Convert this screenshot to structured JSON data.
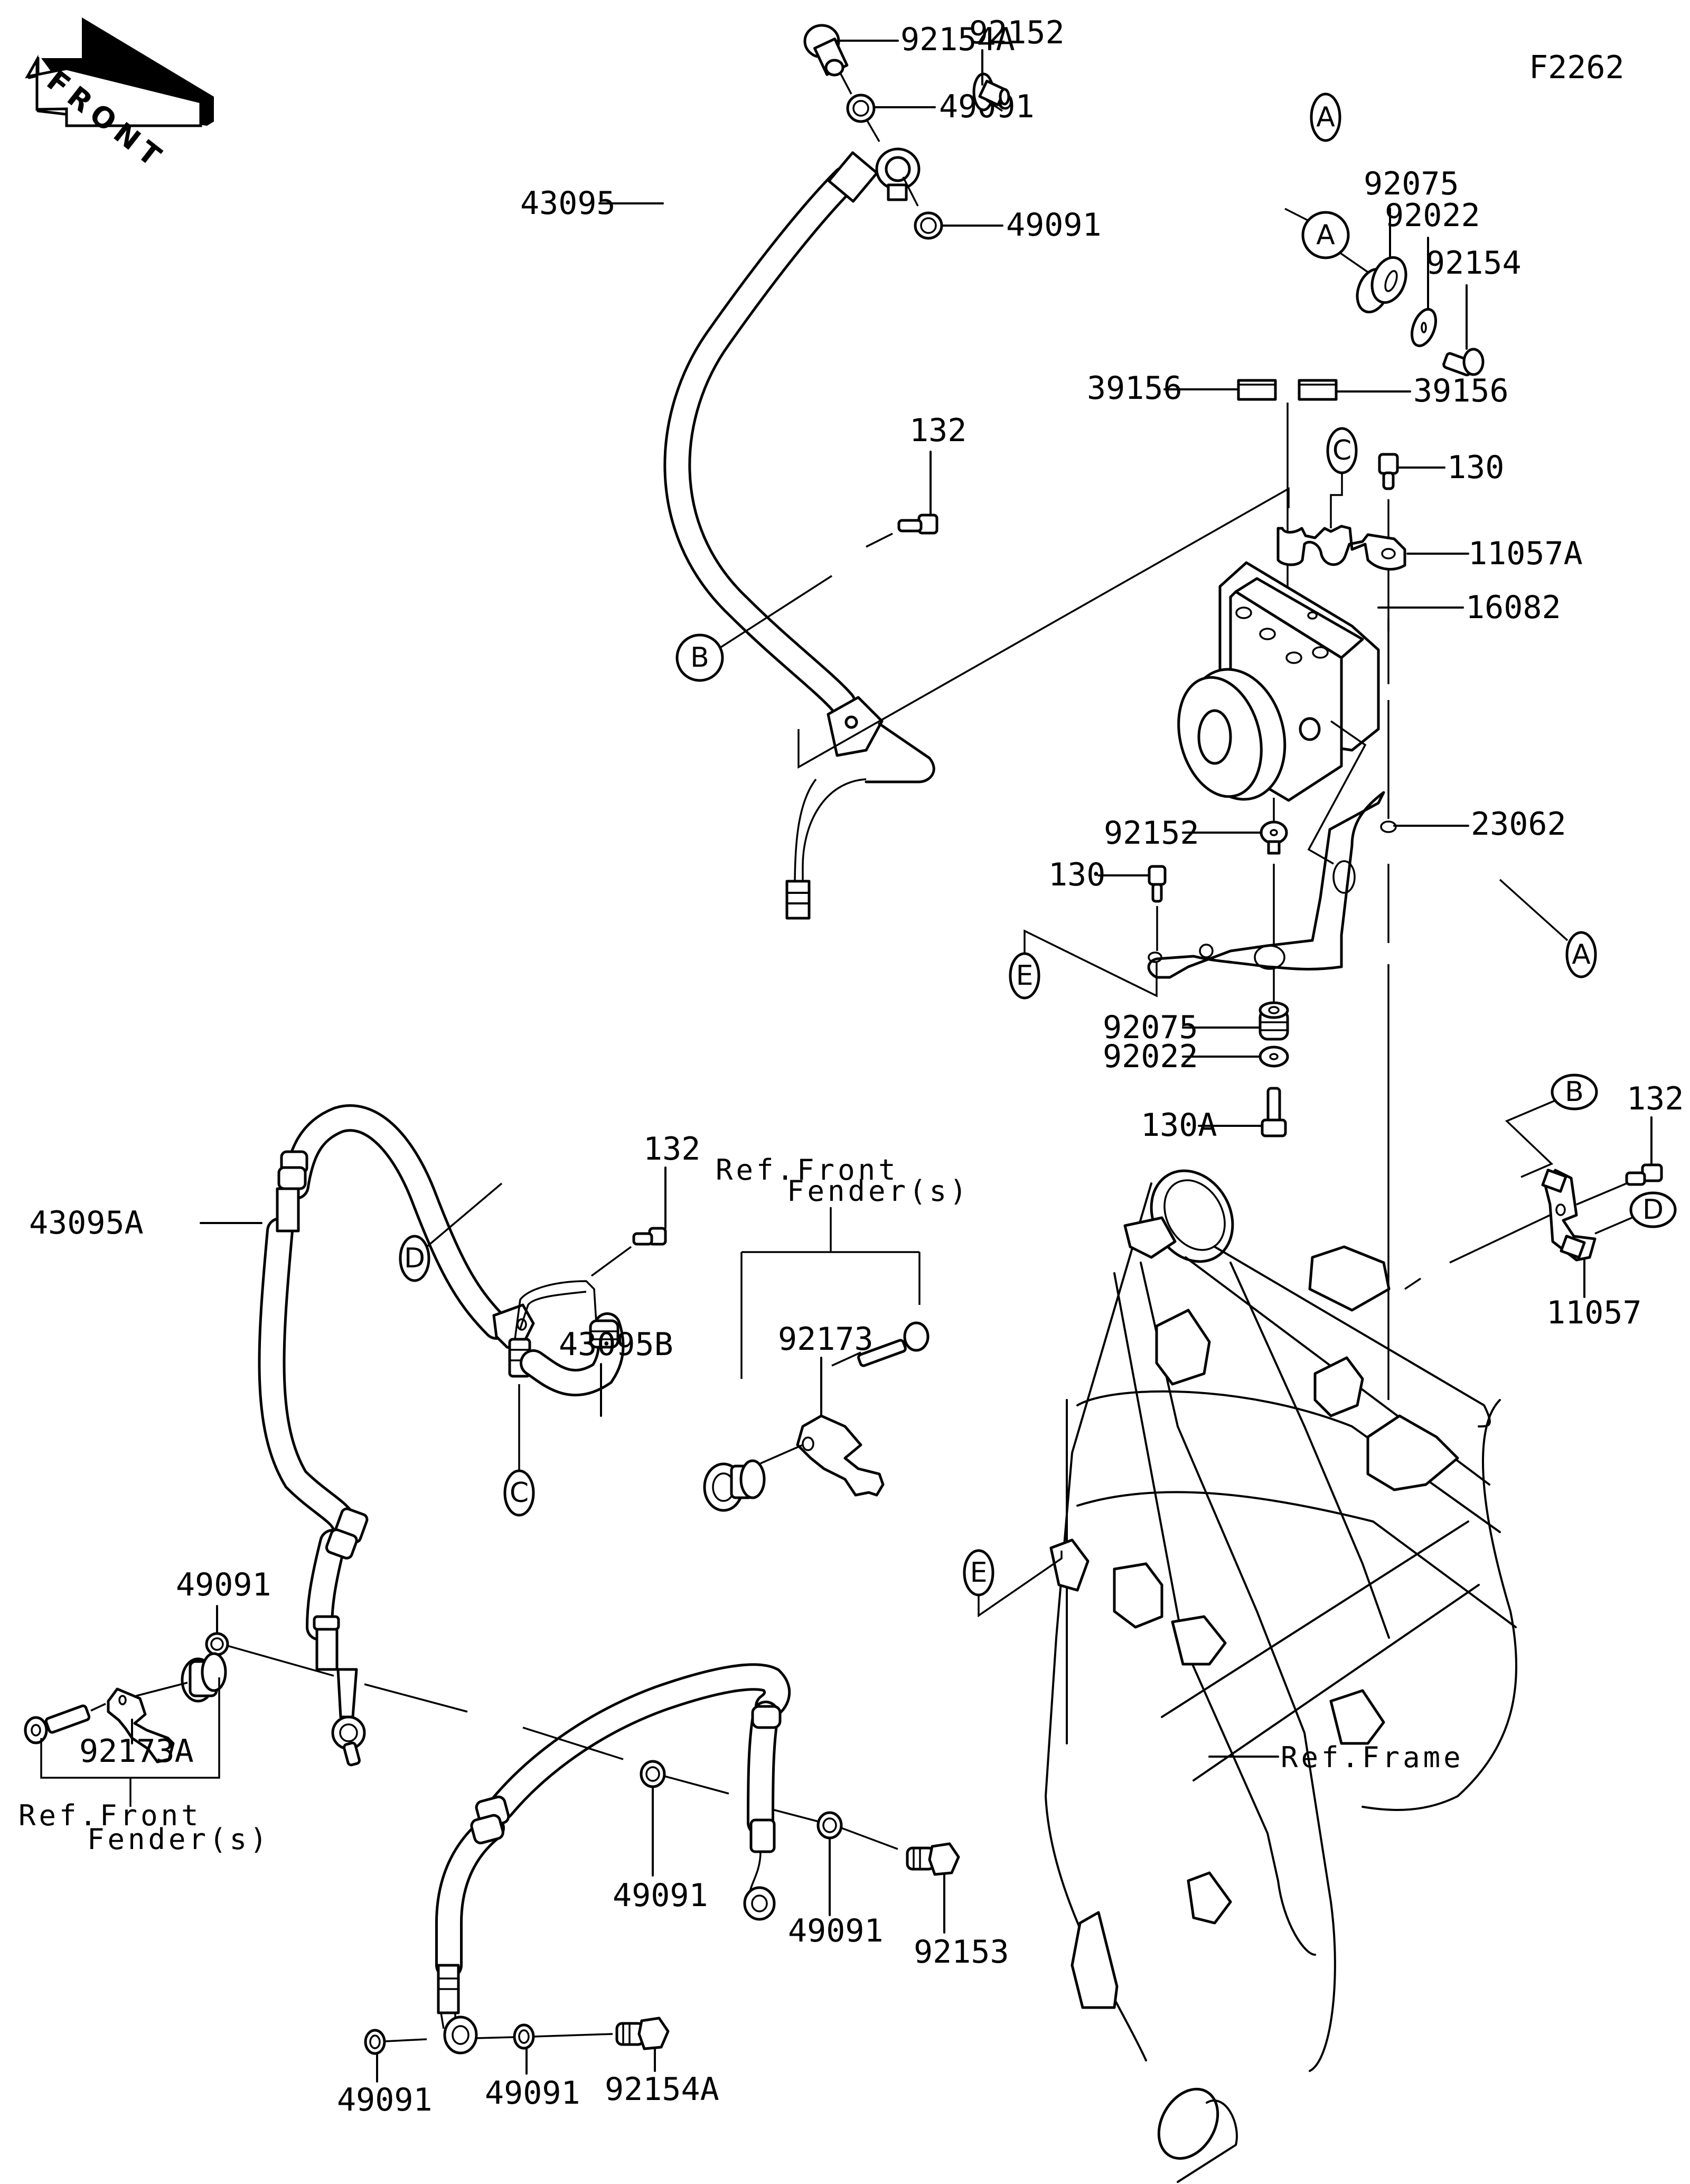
{
  "diagram": {
    "figure_code": "F2262",
    "direction_indicator": "FRONT",
    "part_labels": {
      "banjo_bolt_top": "92154A",
      "washer_top_1": "49091",
      "washer_top_2": "49091",
      "brake_hose_upper": "43095",
      "bolt_132_upper": "132",
      "collar_top": "92152",
      "damper_top": "92075",
      "washer_92022_top": "92022",
      "bolt_92154": "92154",
      "marker_left": "39156",
      "marker_right": "39156",
      "bolt_130_top": "130",
      "clamp_11057A": "11057A",
      "abs_hydraulic_unit": "16082",
      "bracket_23062": "23062",
      "collar_lower": "92152",
      "bolt_130_lower": "130",
      "damper_lower": "92075",
      "washer_92022_lower": "92022",
      "bolt_130A": "130A",
      "bolt_132_right": "132",
      "clamp_11057": "11057",
      "bolt_132_mid": "132",
      "hose_43095A": "43095A",
      "clamp_92173": "92173",
      "hose_43095B": "43095B",
      "washer_left": "49091",
      "washer_mid_1": "49091",
      "washer_mid_2": "49091",
      "bolt_92153": "92153",
      "clamp_92173A": "92173A",
      "washer_bottom_1": "49091",
      "washer_bottom_2": "49091",
      "banjo_bolt_bottom": "92154A"
    },
    "reference_notes": {
      "front_fender_mid_line1": "Ref.Front",
      "front_fender_mid_line2": "Fender(s)",
      "front_fender_bottom_line1": "Ref.Front",
      "front_fender_bottom_line2": "Fender(s)",
      "frame": "Ref.Frame"
    },
    "callouts": {
      "A_top": "A",
      "A_bracket": "A",
      "B_hose": "B",
      "B_frame": "B",
      "C_clamp": "C",
      "C_hose": "C",
      "D_hose": "D",
      "D_frame": "D",
      "E_bracket": "E",
      "E_frame": "E"
    }
  }
}
